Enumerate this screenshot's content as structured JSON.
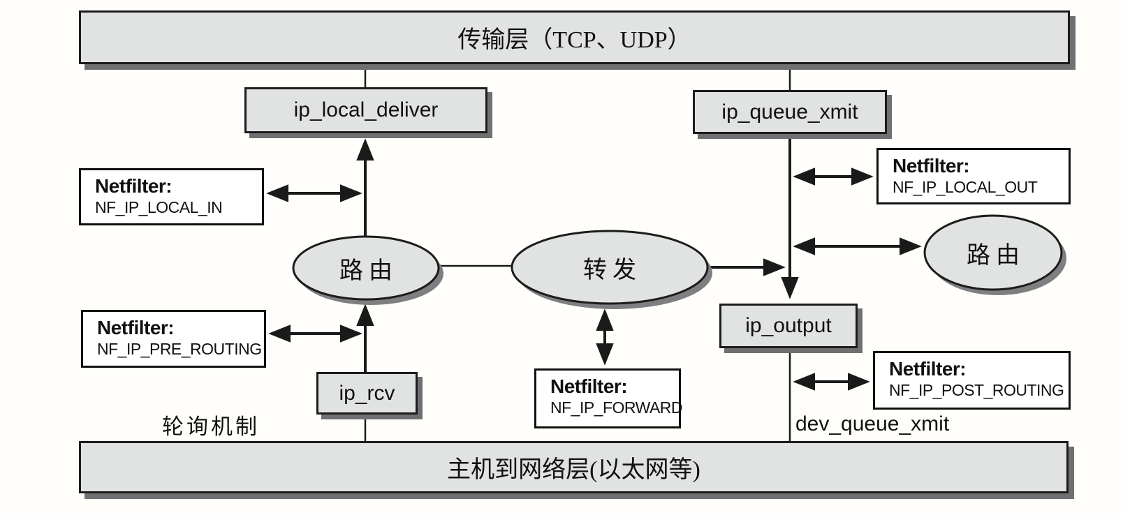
{
  "diagram": {
    "title_context": "Linux IP layer packet flow with Netfilter hooks",
    "layers": {
      "transport": "传输层（TCP、UDP）",
      "link": "主机到网络层(以太网等)"
    },
    "nodes": {
      "ip_local_deliver": "ip_local_deliver",
      "ip_queue_xmit": "ip_queue_xmit",
      "ip_output": "ip_output",
      "ip_rcv": "ip_rcv"
    },
    "ellipses": {
      "routing_left": "路由",
      "forward": "转发",
      "routing_right": "路由"
    },
    "netfilter": {
      "title": "Netfilter:",
      "local_in": "NF_IP_LOCAL_IN",
      "local_out": "NF_IP_LOCAL_OUT",
      "pre_routing": "NF_IP_PRE_ROUTING",
      "forward": "NF_IP_FORWARD",
      "post_routing": "NF_IP_POST_ROUTING"
    },
    "labels": {
      "polling": "轮询机制",
      "dev_queue_xmit": "dev_queue_xmit"
    },
    "colors": {
      "background": "#fffefa",
      "box_fill": "#e0e3e1",
      "box_border": "#1c1c1c",
      "shadow": "#6e7072",
      "netfilter_fill": "#ffffff",
      "line": "#1a1a1a"
    }
  }
}
